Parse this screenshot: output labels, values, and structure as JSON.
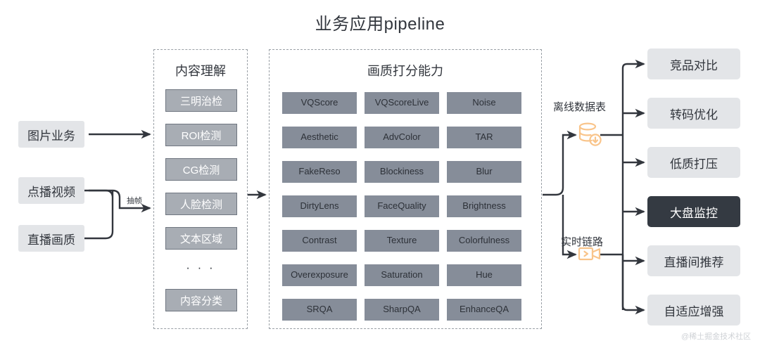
{
  "title": "业务应用pipeline",
  "watermark": "@稀土掘金技术社区",
  "colors": {
    "background": "#ffffff",
    "chip_gray": "#e3e5e8",
    "understand_box": "#a8adb4",
    "metric_box": "#868d99",
    "highlight_box": "#343a42",
    "line": "#32363d",
    "accent_icon": "#f9c48a",
    "panel_border": "#9aa0a6",
    "text_dark": "#32363d",
    "text_light": "#ffffff"
  },
  "inputs": {
    "items": [
      {
        "label": "图片业务"
      },
      {
        "label": "点播视频"
      },
      {
        "label": "直播画质"
      }
    ],
    "edge_label": "抽帧"
  },
  "understanding": {
    "title": "内容理解",
    "items": [
      {
        "label": "三明治检"
      },
      {
        "label": "ROI检测"
      },
      {
        "label": "CG检测"
      },
      {
        "label": "人脸检测"
      },
      {
        "label": "文本区域"
      }
    ],
    "ellipsis": "· · ·",
    "last_item": {
      "label": "内容分类"
    }
  },
  "scoring": {
    "title": "画质打分能力",
    "metrics": [
      "VQScore",
      "VQScoreLive",
      "Noise",
      "Aesthetic",
      "AdvColor",
      "TAR",
      "FakeReso",
      "Blockiness",
      "Blur",
      "DirtyLens",
      "FaceQuality",
      "Brightness",
      "Contrast",
      "Texture",
      "Colorfulness",
      "Overexposure",
      "Saturation",
      "Hue",
      "SRQA",
      "SharpQA",
      "EnhanceQA"
    ]
  },
  "delivery": {
    "offline": {
      "label": "离线数据表",
      "icon": "database-download-icon"
    },
    "realtime": {
      "label": "实时链路",
      "icon": "video-stream-icon"
    }
  },
  "outputs": {
    "items": [
      {
        "label": "竞品对比",
        "highlight": false
      },
      {
        "label": "转码优化",
        "highlight": false
      },
      {
        "label": "低质打压",
        "highlight": false
      },
      {
        "label": "大盘监控",
        "highlight": true
      },
      {
        "label": "直播间推荐",
        "highlight": false
      },
      {
        "label": "自适应增强",
        "highlight": false
      }
    ]
  }
}
